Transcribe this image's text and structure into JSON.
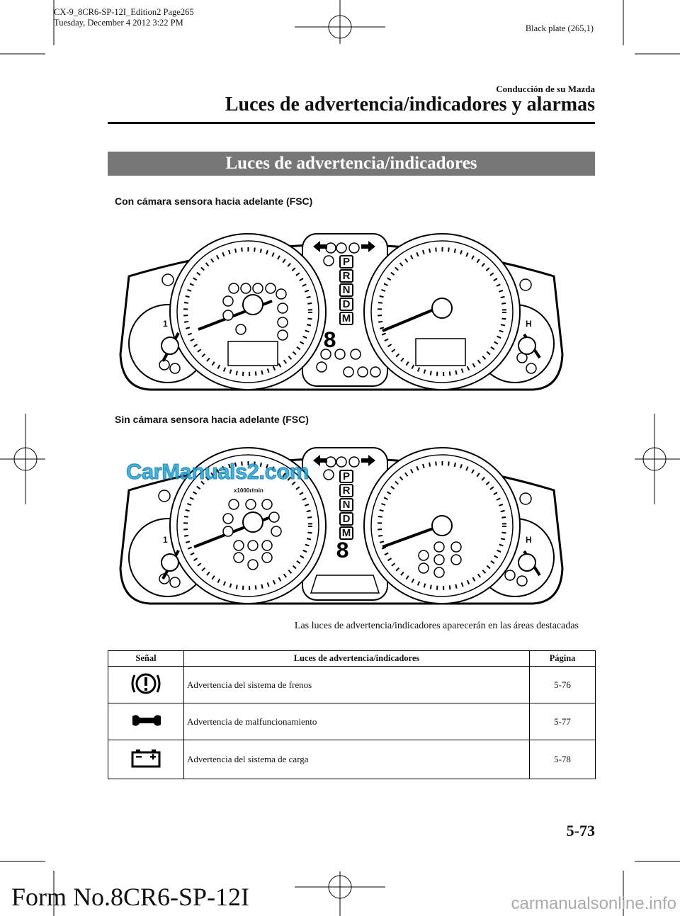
{
  "print_info": {
    "line1": "CX-9_8CR6-SP-12I_Edition2 Page265",
    "line2": "Tuesday, December 4 2012 3:22 PM",
    "plate": "Black plate (265,1)"
  },
  "header": {
    "section": "Conducción de su Mazda",
    "title": "Luces de advertencia/indicadores y alarmas"
  },
  "banner_title": "Luces de advertencia/indicadores",
  "cluster1": {
    "caption": "Con cámara sensora hacia adelante (FSC)",
    "gear_letters": [
      "P",
      "R",
      "N",
      "D",
      "M"
    ],
    "fuel_mark": "1",
    "temp_mark": "H"
  },
  "cluster2": {
    "caption": "Sin cámara sensora hacia adelante (FSC)",
    "gear_letters": [
      "P",
      "R",
      "N",
      "D",
      "M"
    ],
    "tach_unit": "x1000r/min",
    "fuel_mark": "1",
    "temp_mark": "H"
  },
  "watermark": "CarManuals2.com",
  "cluster_note": "Las luces de advertencia/indicadores aparecerán en las áreas destacadas",
  "table": {
    "headers": [
      "Señal",
      "Luces de advertencia/indicadores",
      "Página"
    ],
    "rows": [
      {
        "icon": "brake-warning-icon",
        "label": "Advertencia del sistema de frenos",
        "page": "5-76"
      },
      {
        "icon": "wrench-icon",
        "label": "Advertencia de malfuncionamiento",
        "page": "5-77"
      },
      {
        "icon": "battery-icon",
        "label": "Advertencia del sistema de carga",
        "page": "5-78"
      }
    ]
  },
  "page_number": "5-73",
  "form_number": "Form No.8CR6-SP-12I",
  "footer_watermark": "carmanualsonline.info"
}
